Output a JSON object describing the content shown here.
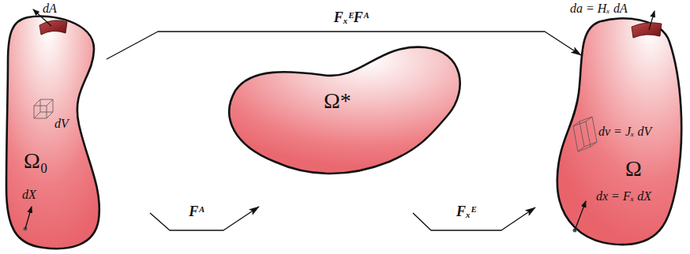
{
  "diagram": {
    "nodes": [
      {
        "text": [
          "Ω₀",
          "dA",
          "dV",
          "dX"
        ]
      },
      {
        "text": [
          "Ω*"
        ]
      },
      {
        "text": [
          "Ω",
          "da = Hₓ dA",
          "dv = Jₓ dV",
          "dx = Fₓ dX"
        ]
      }
    ],
    "edges": [
      {
        "from": 0,
        "to": 2,
        "arrow": "to",
        "label": "FₓᴱFᴬ"
      },
      {
        "from": 0,
        "to": 1,
        "arrow": "to",
        "label": "Fᴬ"
      },
      {
        "from": 1,
        "to": 2,
        "arrow": "to",
        "label": "Fₓᴱ"
      }
    ]
  }
}
